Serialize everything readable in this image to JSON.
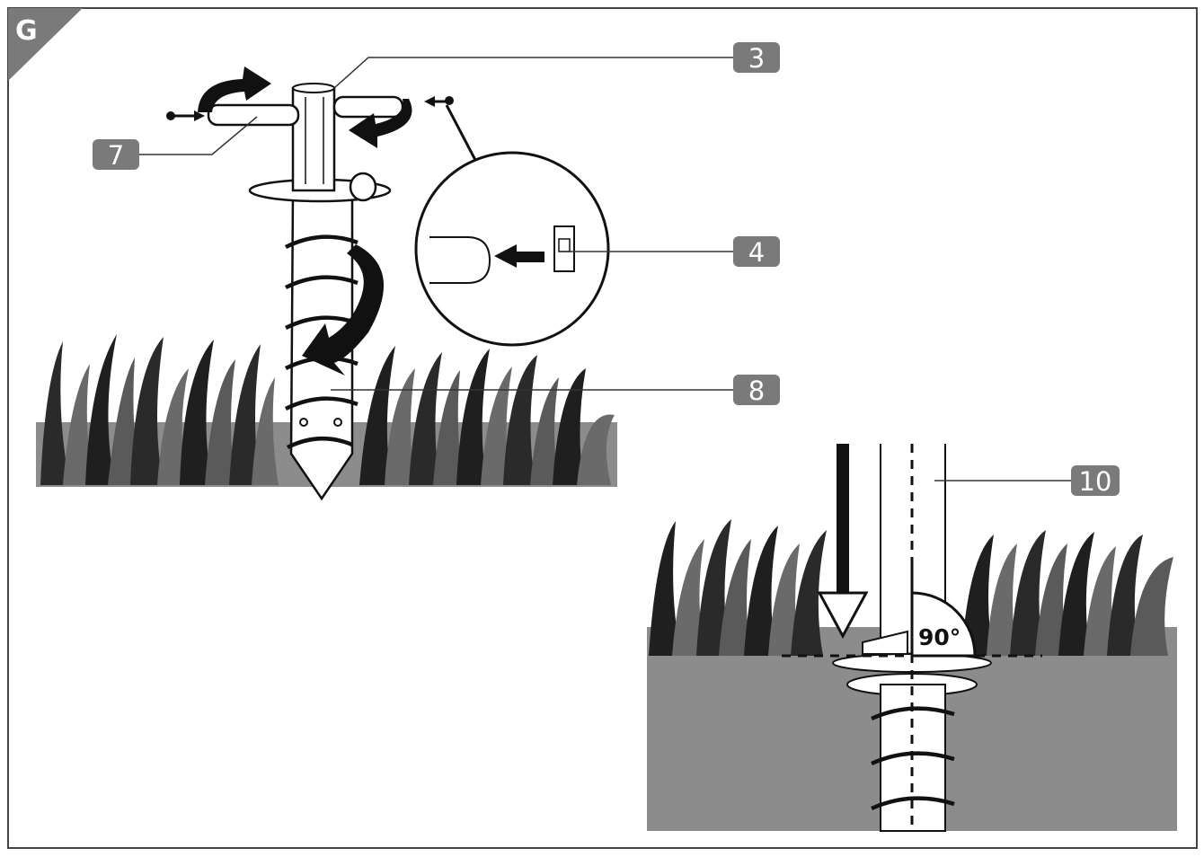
{
  "figure": {
    "section_letter": "G",
    "angle_label": "90°"
  },
  "callouts": [
    {
      "id": "3",
      "label": "3"
    },
    {
      "id": "7",
      "label": "7"
    },
    {
      "id": "4",
      "label": "4"
    },
    {
      "id": "8",
      "label": "8"
    },
    {
      "id": "10",
      "label": "10"
    }
  ],
  "colors": {
    "frame": "#444444",
    "callout_badge": "#7a7a7a",
    "ground": "#8c8c8c",
    "grass_dark": "#1f1f1f",
    "grass_mid": "#5e5e5e",
    "arrow": "#111111"
  }
}
